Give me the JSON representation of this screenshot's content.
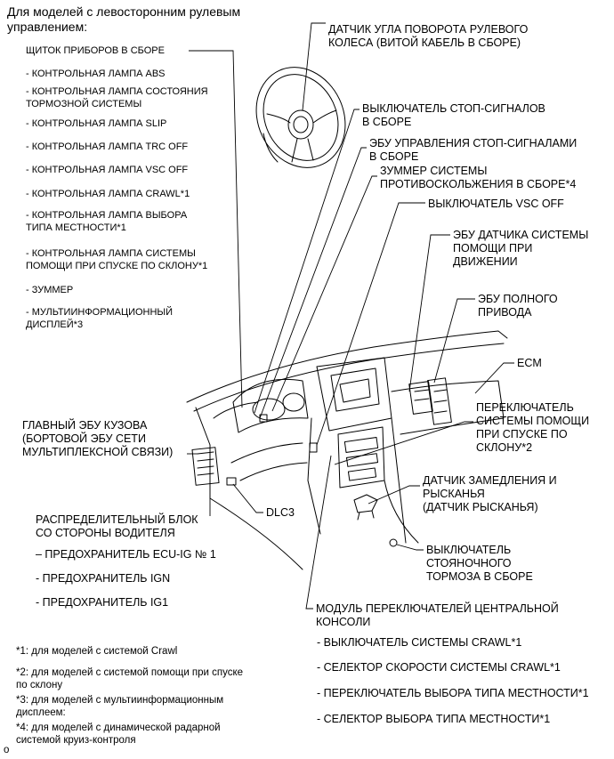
{
  "header": {
    "title": "Для моделей с левосторонним рулевым\nуправлением:"
  },
  "cluster": {
    "title": "ЩИТОК ПРИБОРОВ В СБОРЕ",
    "items": [
      "- КОНТРОЛЬНАЯ ЛАМПА ABS",
      "- КОНТРОЛЬНАЯ ЛАМПА СОСТОЯНИЯ\nТОРМОЗНОЙ СИСТЕМЫ",
      "- КОНТРОЛЬНАЯ ЛАМПА SLIP",
      "- КОНТРОЛЬНАЯ ЛАМПА TRC OFF",
      "- КОНТРОЛЬНАЯ ЛАМПА VSC OFF",
      "- КОНТРОЛЬНАЯ ЛАМПА CRAWL*1",
      "- КОНТРОЛЬНАЯ ЛАМПА ВЫБОРА\nТИПА МЕСТНОСТИ*1",
      "- КОНТРОЛЬНАЯ ЛАМПА СИСТЕМЫ\nПОМОЩИ ПРИ СПУСКЕ ПО СКЛОНУ*1",
      "- ЗУММЕР",
      "- МУЛЬТИИНФОРМАЦИОННЫЙ\nДИСПЛЕЙ*3"
    ]
  },
  "labels": {
    "steering_sensor": "ДАТЧИК УГЛА ПОВОРОТА РУЛЕВОГО\nКОЛЕСА (ВИТОЙ КАБЕЛЬ В СБОРЕ)",
    "stop_switch": "ВЫКЛЮЧАТЕЛЬ СТОП-СИГНАЛОВ\nВ СБОРЕ",
    "stop_ecu": "ЭБУ УПРАВЛЕНИЯ СТОП-СИГНАЛАМИ\nВ СБОРЕ",
    "skid_buzzer": "ЗУММЕР СИСТЕМЫ\nПРОТИВОСКОЛЬЖЕНИЯ В СБОРЕ*4",
    "vsc_off_switch": "ВЫКЛЮЧАТЕЛЬ VSC OFF",
    "drive_assist_ecu": "ЭБУ ДАТЧИКА СИСТЕМЫ\nПОМОЩИ ПРИ\nДВИЖЕНИИ",
    "awd_ecu": "ЭБУ ПОЛНОГО\nПРИВОДА",
    "ecm": "ECM",
    "descent_switch": "ПЕРЕКЛЮЧАТЕЛЬ\nСИСТЕМЫ ПОМОЩИ\nПРИ СПУСКЕ ПО\nСКЛОНУ*2",
    "yaw_sensor": "ДАТЧИК ЗАМЕДЛЕНИЯ И\nРЫСКАНЬЯ\n(ДАТЧИК РЫСКАНЬЯ)",
    "parking_brake": "ВЫКЛЮЧАТЕЛЬ\nСТОЯНОЧНОГО\nТОРМОЗА В СБОРЕ",
    "main_body_ecu": "ГЛАВНЫЙ ЭБУ КУЗОВА\n(БОРТОВОЙ ЭБУ СЕТИ\nМУЛЬТИПЛЕКСНОЙ СВЯЗИ)",
    "dlc3": "DLC3"
  },
  "junction": {
    "title": "РАСПРЕДЕЛИТЕЛЬНЫЙ БЛОК\nСО СТОРОНЫ ВОДИТЕЛЯ",
    "items": [
      "– ПРЕДОХРАНИТЕЛЬ ECU-IG № 1",
      "- ПРЕДОХРАНИТЕЛЬ IGN",
      "- ПРЕДОХРАНИТЕЛЬ IG1"
    ]
  },
  "console": {
    "title": "МОДУЛЬ ПЕРЕКЛЮЧАТЕЛЕЙ ЦЕНТРАЛЬНОЙ\nКОНСОЛИ",
    "items": [
      "- ВЫКЛЮЧАТЕЛЬ СИСТЕМЫ CRAWL*1",
      "- СЕЛЕКТОР СКОРОСТИ СИСТЕМЫ CRAWL*1",
      "- ПЕРЕКЛЮЧАТЕЛЬ ВЫБОРА ТИПА МЕСТНОСТИ*1",
      "- СЕЛЕКТОР  ВЫБОРА ТИПА МЕСТНОСТИ*1"
    ]
  },
  "footnotes": [
    "*1: для моделей с системой Crawl",
    "*2: для моделей с системой помощи при спуске\nпо склону",
    "*3: для моделей с мультиинформационным\nдисплеем:",
    "*4: для моделей с динамической радарной\nсистемой круиз-контроля"
  ],
  "corner_mark": "o"
}
